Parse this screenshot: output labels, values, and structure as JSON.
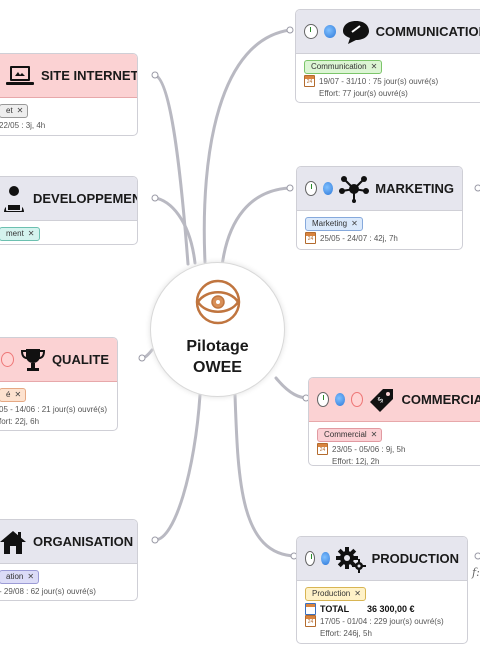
{
  "center": {
    "line1": "Pilotage",
    "line2": "OWEE",
    "icon": "eye-icon",
    "accent": "#c0753f"
  },
  "nodes": {
    "communication": {
      "title": "COMMUNICATION",
      "icon": "speech-bubble-icon",
      "tag": "Communication",
      "dates": "19/07 - 31/10 : 75 jour(s) ouvré(s)",
      "effort": "Effort: 77 jour(s) ouvré(s)"
    },
    "marketing": {
      "title": "MARKETING",
      "icon": "network-icon",
      "tag": "Marketing",
      "dates": "25/05 - 24/07 : 42j, 7h"
    },
    "commercial": {
      "title": "COMMERCIAL",
      "icon": "price-tag-icon",
      "tag": "Commercial",
      "dates": "23/05 - 05/06 : 9j, 5h",
      "effort": "Effort: 12j, 2h"
    },
    "production": {
      "title": "PRODUCTION",
      "icon": "gears-icon",
      "tag": "Production",
      "total_label": "TOTAL",
      "total_value": "36 300,00 €",
      "dates": "17/05 - 01/04 : 229 jour(s) ouvré(s)",
      "effort": "Effort: 246j, 5h"
    },
    "site_internet": {
      "title": "SITE INTERNET",
      "icon": "laptop-icon",
      "tag": "et",
      "dates": "22/05 : 3j, 4h"
    },
    "developpement": {
      "title": "DEVELOPPEMENT",
      "icon": "developer-icon",
      "tag": "ment"
    },
    "qualite": {
      "title": "QUALITE",
      "icon": "trophy-icon",
      "tag": "é",
      "dates": "05 - 14/06 : 21 jour(s) ouvré(s)",
      "effort": "fort: 22j, 6h"
    },
    "organisation": {
      "title": "ORGANISATION",
      "icon": "house-icon",
      "tag": "ation",
      "dates": "- 29/08 : 62 jour(s) ouvré(s)"
    }
  },
  "calendar_glyph": "24",
  "formula_glyph": "f:",
  "colors": {
    "link": "#b9b9c2",
    "pink_header": "#fbd2d3",
    "grey_header": "#e6e6ee"
  }
}
